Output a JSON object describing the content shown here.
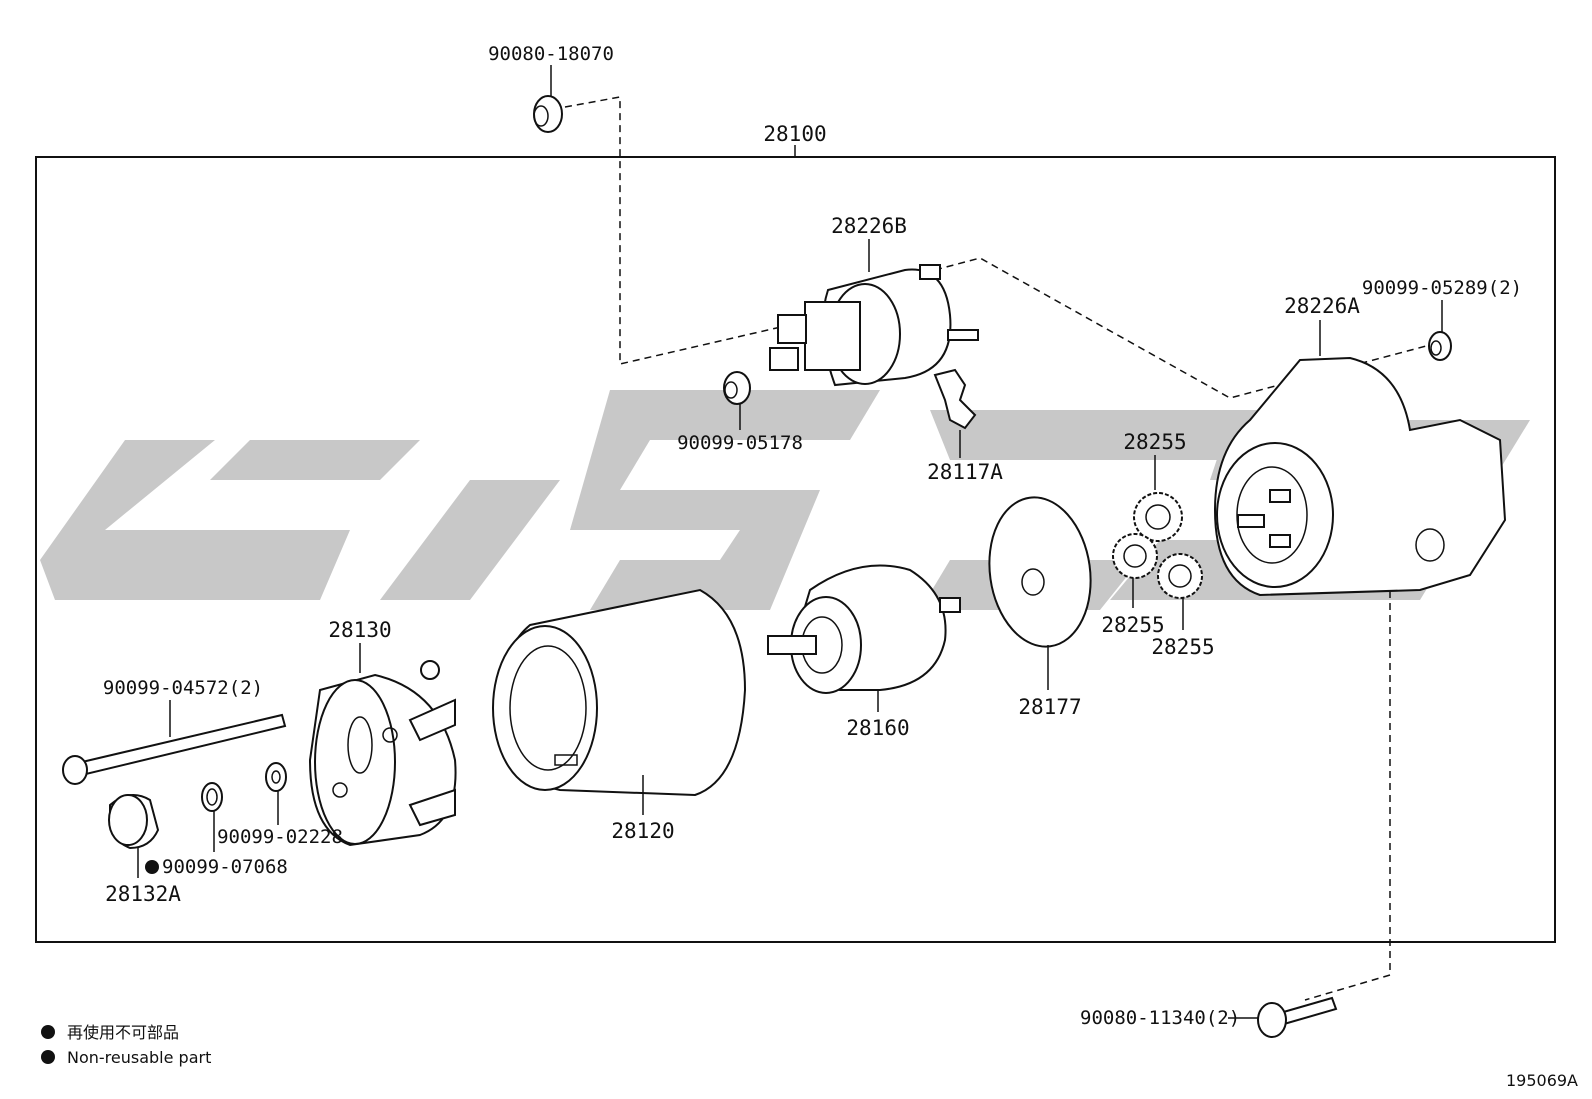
{
  "assembly": "28100",
  "parts": {
    "p_90080_18070": "90080-18070",
    "p_28226B": "28226B",
    "p_90099_05178": "90099-05178",
    "p_28117A": "28117A",
    "p_28226A": "28226A",
    "p_90099_05289": "90099-05289(2)",
    "p_28255_a": "28255",
    "p_28255_b": "28255",
    "p_28255_c": "28255",
    "p_28177": "28177",
    "p_28160": "28160",
    "p_28130": "28130",
    "p_28120": "28120",
    "p_90099_04572": "90099-04572(2)",
    "p_90099_02228": "90099-02228",
    "p_90099_07068": "90099-07068",
    "p_28132A": "28132A",
    "p_90080_11340": "90080-11340(2)"
  },
  "legend": {
    "jp": "再使用不可部品",
    "en": "Non-reusable part"
  },
  "diagram_code": "195069A"
}
